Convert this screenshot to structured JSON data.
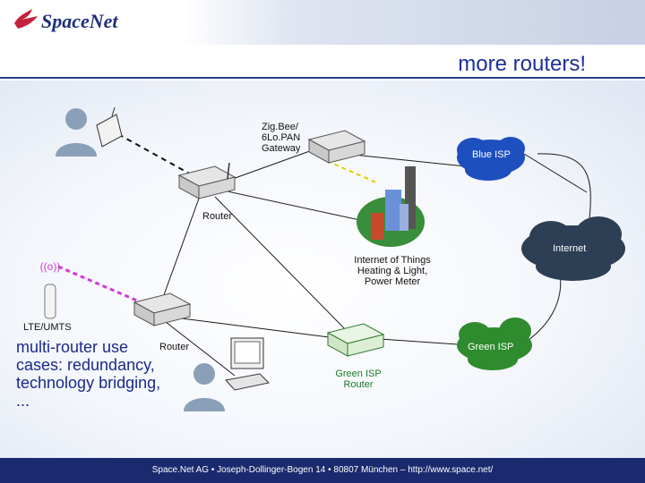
{
  "header": {
    "logo_text": "SpaceNet"
  },
  "slide": {
    "title": "more routers!"
  },
  "labels": {
    "zigbee": "Zig.Bee/\n6Lo.PAN\nGateway",
    "router_top": "Router",
    "blue_isp": "Blue ISP",
    "internet": "Internet",
    "iot": "Internet of Things\nHeating & Light,\nPower Meter",
    "lte": "LTE/UMTS",
    "router_mid": "Router",
    "green_isp": "Green ISP",
    "green_router": "Green ISP\nRouter"
  },
  "body_text": "multi-router use cases: redundancy, technology bridging, ...",
  "footer": {
    "text": "Space.Net AG • Joseph-Dollinger-Bogen 14 • 80807 München – http://www.space.net/"
  },
  "colors": {
    "brand": "#1f2f7a",
    "title": "#1e2f9a",
    "footer_bg": "#1b2a6e",
    "blue_cloud": "#1e4fbf",
    "green_cloud": "#2e8b2e",
    "internet_cloud": "#2d3f55",
    "wireless": "#d23ad6"
  }
}
